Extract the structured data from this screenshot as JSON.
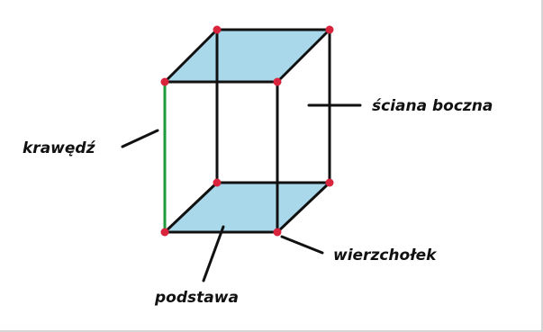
{
  "diagram": {
    "labels": {
      "edge": "krawędź",
      "side_face": "ściana boczna",
      "vertex": "wierzchołek",
      "base": "podstawa"
    },
    "colors": {
      "face_fill": "#a8d8ea",
      "edge": "#111111",
      "highlighted_edge": "#1f9a3a",
      "vertex": "#d8243c"
    }
  }
}
